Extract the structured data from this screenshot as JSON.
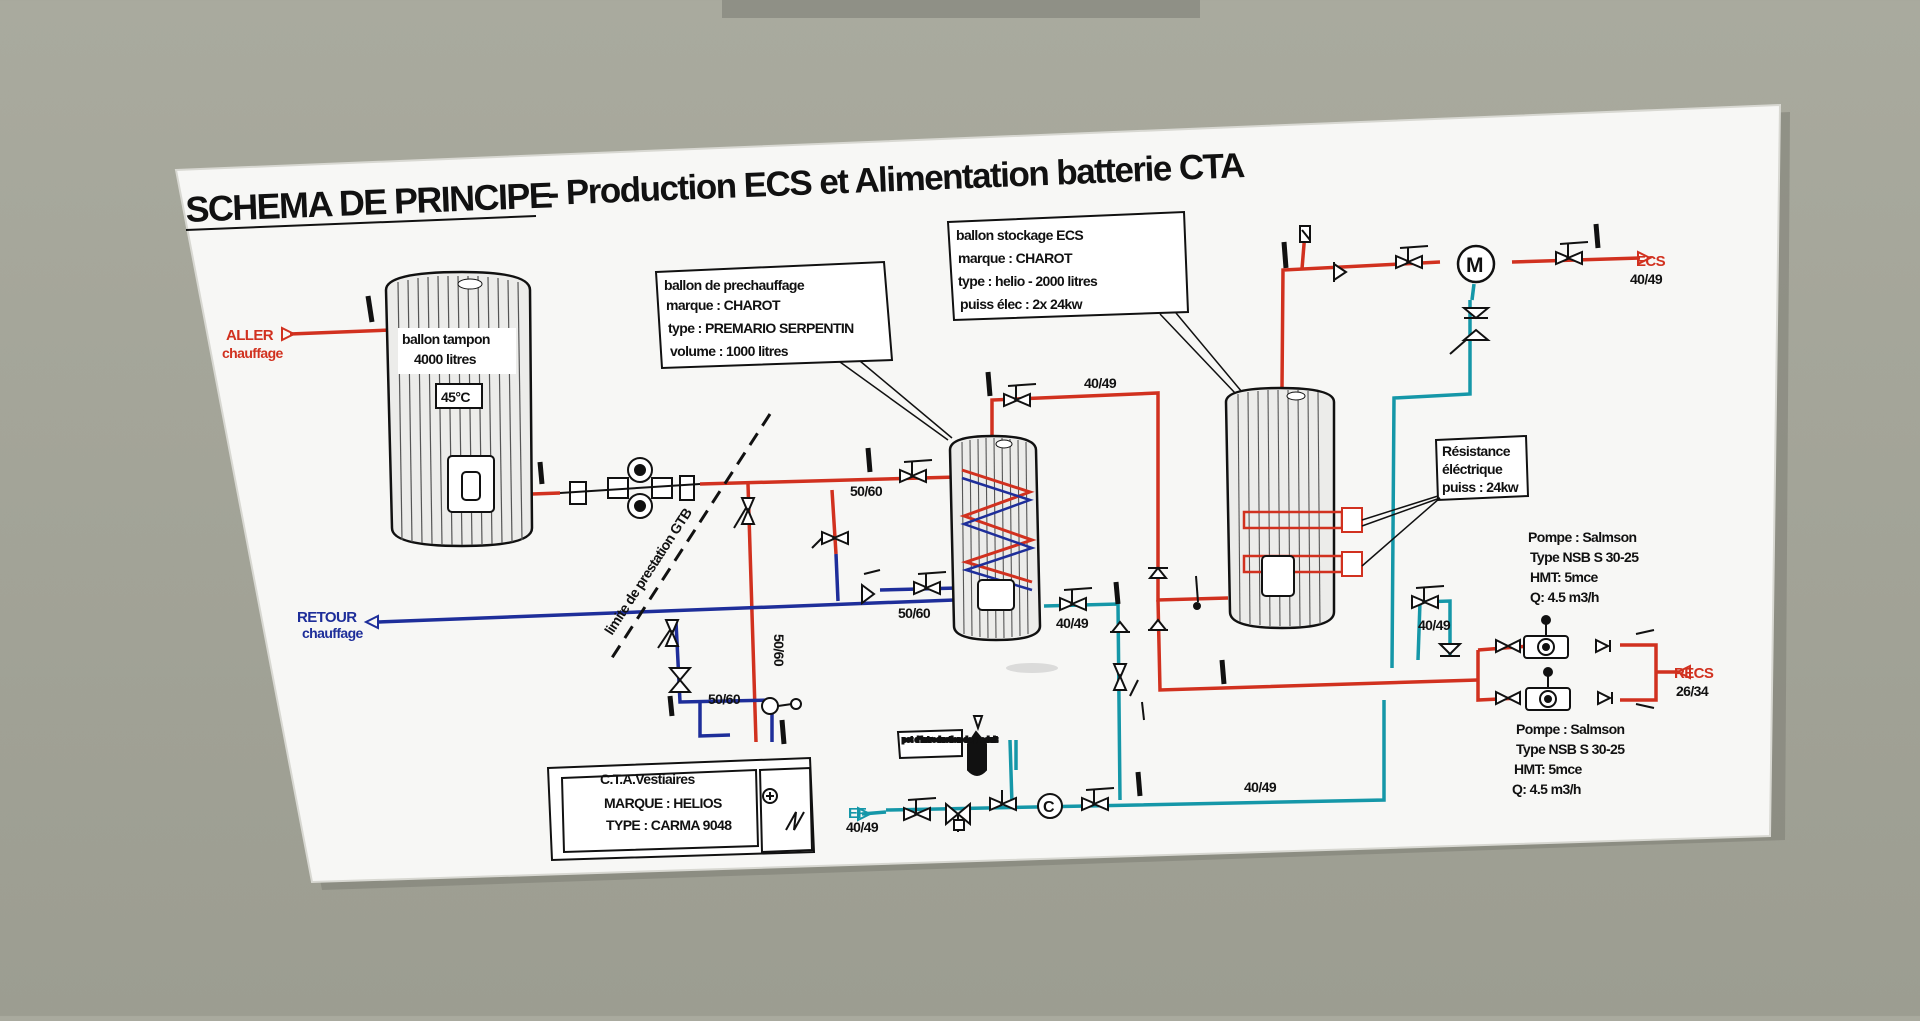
{
  "title": {
    "main": "SCHEMA DE PRINCIPE",
    "sub": "- Production ECS et Alimentation batterie CTA"
  },
  "left": {
    "aller_1": "ALLER",
    "aller_2": "chauffage",
    "retour_1": "RETOUR",
    "retour_2": "chauffage"
  },
  "tampon": {
    "line1": "ballon tampon",
    "line2": "4000 litres",
    "temp": "45°C"
  },
  "gtb_label": "limite de prestation GTB",
  "prechauffage": {
    "line1": "ballon de prechauffage",
    "line2": "marque : CHAROT",
    "line3": "type : PREMARIO SERPENTIN",
    "line4": "volume : 1000 litres"
  },
  "stockage": {
    "line1": "ballon stockage ECS",
    "line2": "marque : CHAROT",
    "line3": "type : helio  -  2000 litres",
    "line4": "puiss élec : 2x 24kw"
  },
  "resistance": {
    "line1": "Résistance",
    "line2": "éléctrique",
    "line3": "puiss : 24kw"
  },
  "pompe_top": {
    "line1": "Pompe : Salmson",
    "line2": "Type NSB S 30-25",
    "line3": "HMT: 5mce",
    "line4": "Q: 4.5 m3/h"
  },
  "pompe_bottom": {
    "line1": "Pompe : Salmson",
    "line2": "Type NSB S 30-25",
    "line3": "HMT: 5mce",
    "line4": "Q: 4.5 m3/h"
  },
  "cta": {
    "line1": "C.T.A.Vestiaires",
    "line2": "MARQUE : HELIOS",
    "line3": "TYPE : CARMA 9048"
  },
  "sizes": {
    "s1": "50/60",
    "s2": "50/60",
    "s3": "50/60",
    "s4": "50/60",
    "s5": "40/49",
    "s6": "40/49",
    "s7": "40/49",
    "s8": "40/49"
  },
  "ecs": {
    "label": "ECS",
    "value": "40/49"
  },
  "recs": {
    "label": "RECS",
    "value": "26/34"
  },
  "ef": {
    "label": "EF",
    "value": "40/49"
  },
  "motor": "M",
  "counter": "C",
  "degasser_label": "pot d'introduction de produit",
  "colors": {
    "hot": "#d1311f",
    "return": "#1e2e9a",
    "cold": "#1597a8",
    "board": "#f7f7f5",
    "wall": "#a3a498"
  }
}
